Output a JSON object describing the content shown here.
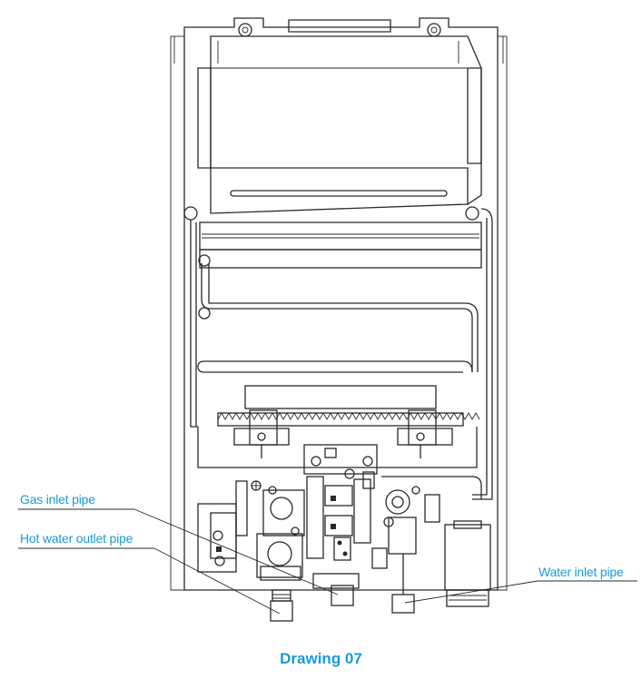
{
  "labels": {
    "gas_inlet": "Gas inlet pipe",
    "hot_water_outlet": "Hot water outlet pipe",
    "water_inlet": "Water inlet pipe"
  },
  "caption": "Drawing 07",
  "colors": {
    "label": "#1a9ad6",
    "caption": "#1a9ad6",
    "line": "#2a2a2a"
  }
}
